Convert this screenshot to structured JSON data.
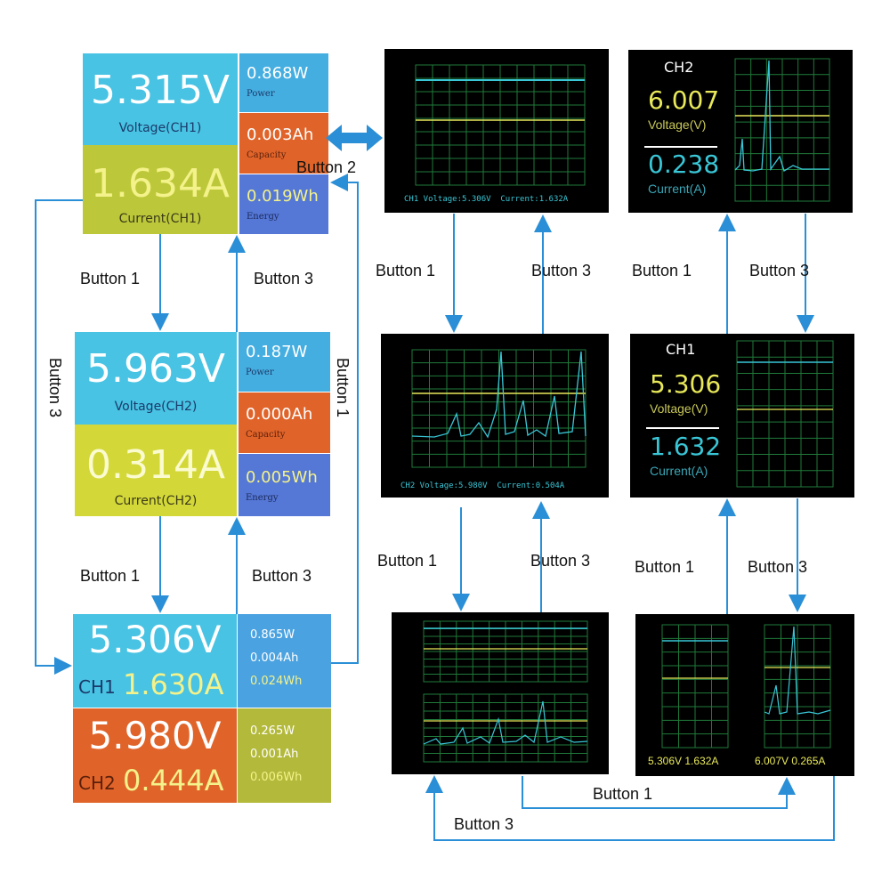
{
  "panel1": {
    "voltage": "5.315V",
    "voltage_label": "Voltage(CH1)",
    "current": "1.634A",
    "current_label": "Current(CH1)",
    "power": "0.868W",
    "power_label": "Power",
    "capacity": "0.003Ah",
    "capacity_label": "Capacity",
    "energy": "0.019Wh",
    "energy_label": "Energy"
  },
  "panel2": {
    "voltage": "5.963V",
    "voltage_label": "Voltage(CH2)",
    "current": "0.314A",
    "current_label": "Current(CH2)",
    "power": "0.187W",
    "power_label": "Power",
    "capacity": "0.000Ah",
    "capacity_label": "Capacity",
    "energy": "0.005Wh",
    "energy_label": "Energy"
  },
  "panel3": {
    "ch1_voltage": "5.306V",
    "ch1_label": "CH1",
    "ch1_current": "1.630A",
    "ch1_power": "0.865W",
    "ch1_capacity": "0.004Ah",
    "ch1_energy": "0.024Wh",
    "ch2_voltage": "5.980V",
    "ch2_label": "CH2",
    "ch2_current": "0.444A",
    "ch2_power": "0.265W",
    "ch2_capacity": "0.001Ah",
    "ch2_energy": "0.006Wh"
  },
  "graph_ch1": {
    "caption": "CH1 Voltage:5.306V  Current:1.632A"
  },
  "graph_ch2": {
    "caption": "CH2 Voltage:5.980V  Current:0.504A"
  },
  "dual_graph": {
    "bottom_left": "5.306V 1.632A",
    "bottom_right": "6.007V 0.265A"
  },
  "ch2_side": {
    "title": "CH2",
    "voltage": "6.007",
    "voltage_label": "Voltage(V)",
    "current": "0.238",
    "current_label": "Current(A)"
  },
  "ch1_side": {
    "title": "CH1",
    "voltage": "5.306",
    "voltage_label": "Voltage(V)",
    "current": "1.632",
    "current_label": "Current(A)"
  },
  "buttons": {
    "b1": "Button 1",
    "b2": "Button 2",
    "b3": "Button 3"
  },
  "colors": {
    "arrow": "#2a8fd6",
    "grid": "#1f7a3a",
    "cyan": "#39c6d6",
    "yellow": "#e8e85a"
  }
}
